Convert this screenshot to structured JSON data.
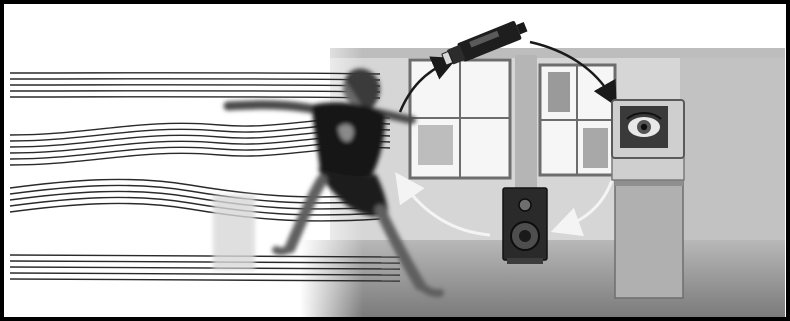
{
  "scene": {
    "palette": {
      "frame": "#000000",
      "background": "#ffffff",
      "wall": "#d9d9d9",
      "floor": "#a6a6a6",
      "dark": "#141414",
      "arrow": "#1a1a1a",
      "arrow_light": "#f4f4f4"
    },
    "elements": [
      {
        "name": "flow-lines",
        "kind": "decorative-lines"
      },
      {
        "name": "dancer-figure",
        "kind": "person"
      },
      {
        "name": "surveillance-camera-icon",
        "kind": "camera"
      },
      {
        "name": "monitor-with-eye-icon",
        "kind": "monitor"
      },
      {
        "name": "loudspeaker-icon",
        "kind": "speaker"
      }
    ]
  }
}
